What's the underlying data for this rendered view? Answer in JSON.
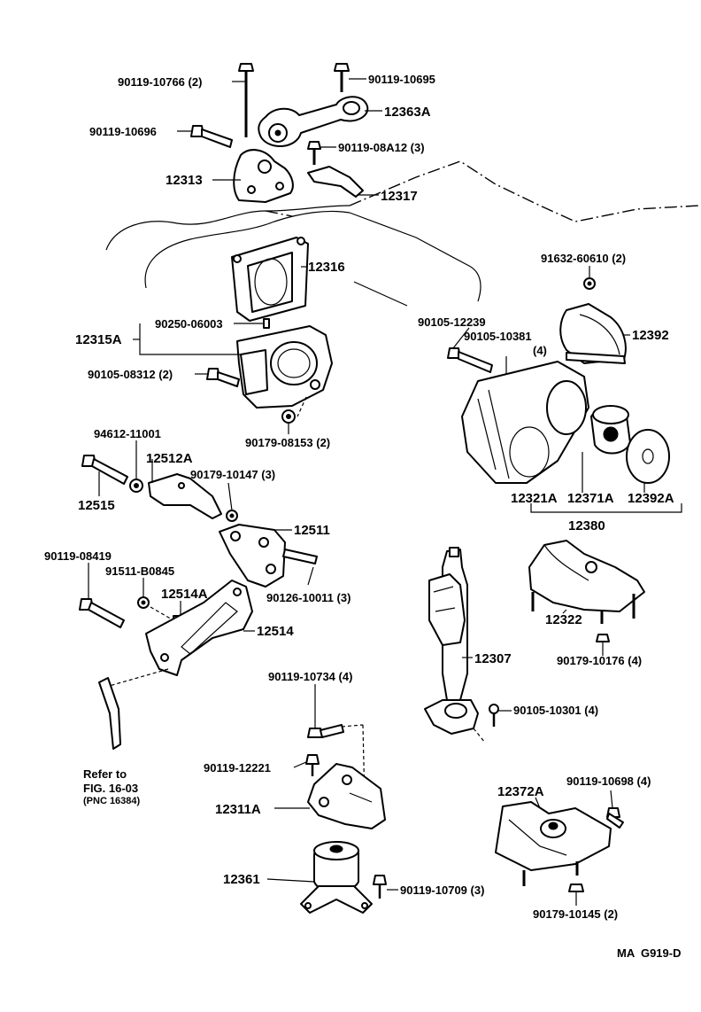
{
  "labels": {
    "l_90119_10766": "90119-10766 (2)",
    "l_90119_10695": "90119-10695",
    "l_12363A": "12363A",
    "l_90119_10696": "90119-10696",
    "l_90119_08A12": "90119-08A12 (3)",
    "l_12313": "12313",
    "l_12317": "12317",
    "l_91632_60610": "91632-60610 (2)",
    "l_12316": "12316",
    "l_90250_06003": "90250-06003",
    "l_12315A": "12315A",
    "l_90105_12239": "90105-12239",
    "l_90105_10381": "90105-10381",
    "l_90105_10381_qty": "(4)",
    "l_12392": "12392",
    "l_90105_08312": "90105-08312 (2)",
    "l_90179_08153": "90179-08153 (2)",
    "l_94612_11001": "94612-11001",
    "l_12512A": "12512A",
    "l_90179_10147": "90179-10147 (3)",
    "l_12515": "12515",
    "l_12321A": "12321A",
    "l_12371A": "12371A",
    "l_12392A": "12392A",
    "l_12380": "12380",
    "l_12511": "12511",
    "l_90119_08419": "90119-08419",
    "l_91511_B0845": "91511-B0845",
    "l_12514A": "12514A",
    "l_90126_10011": "90126-10011 (3)",
    "l_12514": "12514",
    "l_12322": "12322",
    "l_90179_10176": "90179-10176 (4)",
    "l_12307": "12307",
    "l_90119_10734": "90119-10734 (4)",
    "l_90105_10301": "90105-10301 (4)",
    "l_refer1": "Refer to",
    "l_refer2": "FIG. 16-03",
    "l_refer3": "(PNC 16384)",
    "l_90119_12221": "90119-12221",
    "l_12372A": "12372A",
    "l_90119_10698": "90119-10698 (4)",
    "l_12311A": "12311A",
    "l_12361": "12361",
    "l_90119_10709": "90119-10709 (3)",
    "l_90179_10145": "90179-10145 (2)",
    "l_code": "MA  G919-D"
  }
}
